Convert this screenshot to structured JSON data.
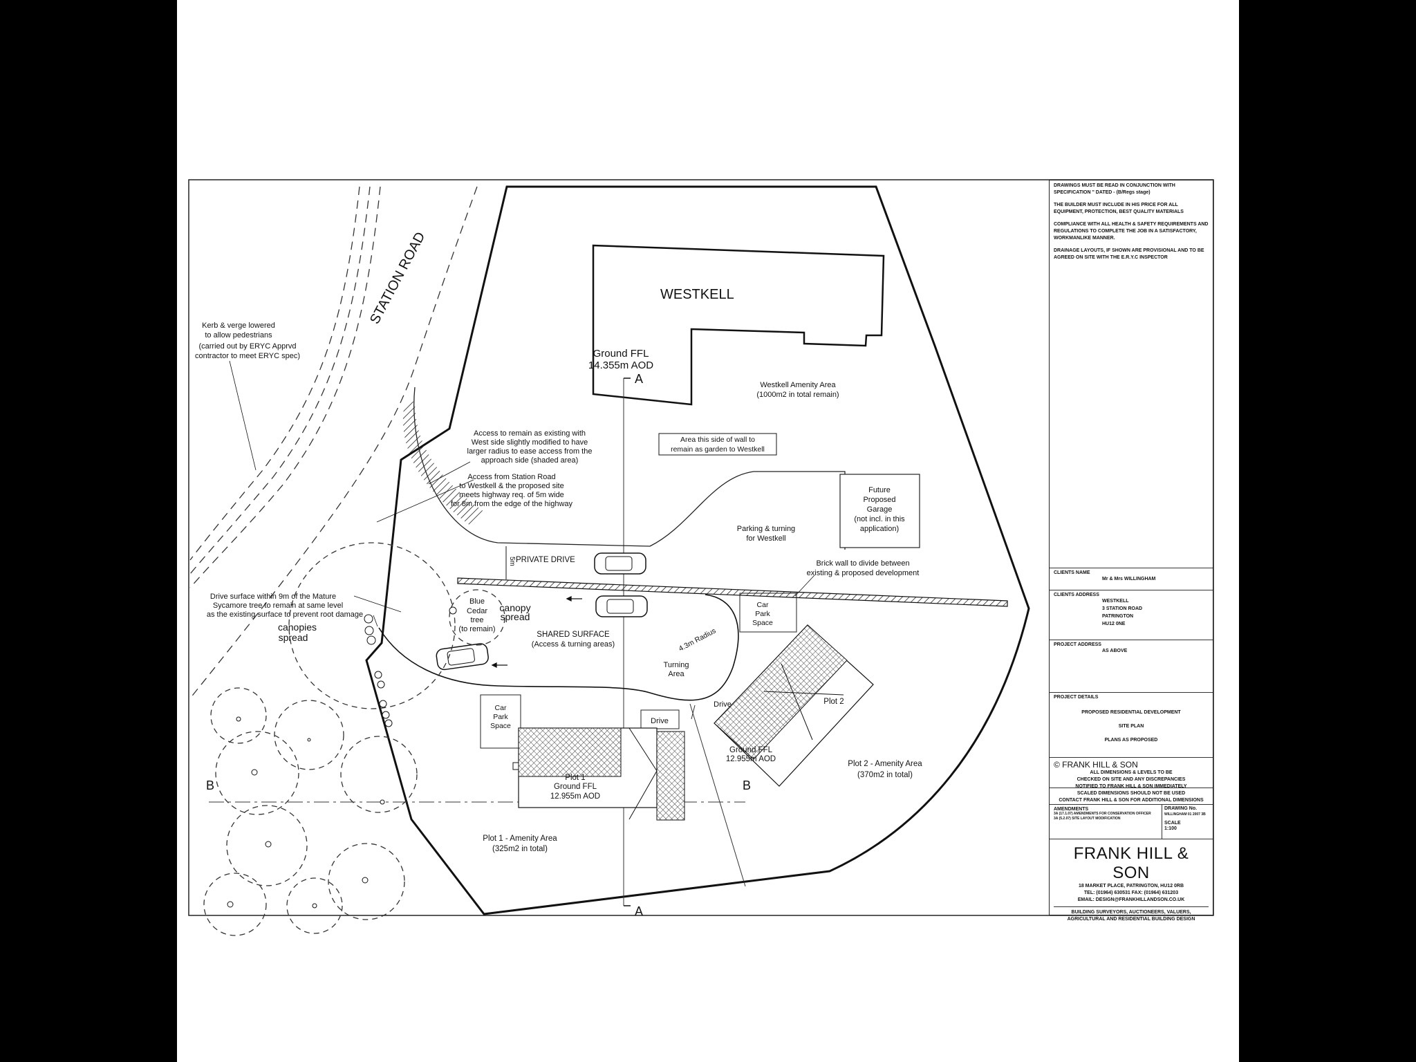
{
  "plan": {
    "road_name": "STATION ROAD",
    "house_name": "WESTKELL",
    "ffl_existing": [
      "Ground FFL",
      "14.355m AOD"
    ],
    "section_a": "A",
    "section_b": "B",
    "westkell_amenity": [
      "Westkell Amenity Area",
      "(1000m2 in total remain)"
    ],
    "garden_note": [
      "Area this side of wall to",
      "remain as garden to Westkell"
    ],
    "kerb_note": [
      "Kerb & verge lowered",
      "to allow pedestrians",
      "(carried out by ERYC Apprvd",
      "contractor to meet ERYC spec)"
    ],
    "access_note": [
      "Access to remain as existing with",
      "West side slightly modified to have",
      "larger radius to ease access from the",
      "approach side (shaded area)"
    ],
    "access_station_note": [
      "Access from Station Road",
      "to Westkell & the proposed site",
      "meets highway req. of 5m wide",
      "for 8m from the edge of the highway"
    ],
    "garage_note": [
      "Future",
      "Proposed",
      "Garage",
      "(not incl. in this",
      "application)"
    ],
    "parking_note": [
      "Parking & turning",
      "for Westkell"
    ],
    "private_drive": "PRIVATE DRIVE",
    "drive_width": "5m",
    "brick_wall_note": [
      "Brick wall to divide between",
      "existing & proposed development"
    ],
    "drive_surface_note": [
      "Drive surface within 9m of the Mature",
      "Sycamore tree to remain at same level",
      "as the existing surface to prevent root damage"
    ],
    "canopies_spread": [
      "canopies",
      "spread"
    ],
    "canopy_spread": [
      "canopy",
      "spread"
    ],
    "cedar": [
      "Blue",
      "Cedar",
      "tree",
      "(to remain)"
    ],
    "shared_surface": [
      "SHARED SURFACE",
      "(Access & turning areas)"
    ],
    "radius": "4.3m Radius",
    "turning": [
      "Turning",
      "Area"
    ],
    "car_park": [
      "Car",
      "Park",
      "Space"
    ],
    "drive": "Drive",
    "plot1": [
      "Plot 1",
      "Ground FFL",
      "12.955m AOD"
    ],
    "plot1_amenity": [
      "Plot 1 - Amenity Area",
      "(325m2 in total)"
    ],
    "plot2": "Plot 2",
    "plot2_ffl": [
      "Ground FFL",
      "12.955m AOD"
    ],
    "plot2_amenity": [
      "Plot 2 - Amenity Area",
      "(370m2 in total)"
    ]
  },
  "title_block": {
    "notes": [
      "DRAWINGS MUST BE READ IN CONJUNCTION WITH SPECIFICATION '' DATED - (B/Regs stage)",
      "THE BUILDER MUST INCLUDE IN HIS PRICE FOR ALL EQUIPMENT, PROTECTION, BEST QUALITY MATERIALS",
      "COMPLIANCE WITH ALL HEALTH & SAFETY REQUIREMENTS AND REGULATIONS TO COMPLETE THE JOB IN A SATISFACTORY, WORKMANLIKE MANNER.",
      "DRAINAGE LAYOUTS, IF SHOWN ARE PROVISIONAL AND TO BE AGREED ON SITE WITH THE E.R.Y.C INSPECTOR"
    ],
    "clients_name_label": "CLIENTS NAME",
    "clients_name": "Mr & Mrs WILLINGHAM",
    "clients_address_label": "CLIENTS ADDRESS",
    "clients_address": [
      "WESTKELL",
      "3 STATION ROAD",
      "PATRINGTON",
      "HU12 0NE"
    ],
    "project_address_label": "PROJECT ADDRESS",
    "project_address": "AS ABOVE",
    "project_details_label": "PROJECT DETAILS",
    "project_details": [
      "PROPOSED RESIDENTIAL DEVELOPMENT",
      "SITE PLAN",
      "PLANS AS PROPOSED"
    ],
    "copyright": "© FRANK HILL & SON",
    "check_note": [
      "ALL DIMENSIONS & LEVELS TO BE",
      "CHECKED ON SITE AND ANY DISCREPANCIES",
      "NOTIFIED TO FRANK HILL & SON IMMEDIATELY"
    ],
    "scale_note": [
      "SCALED DIMENSIONS SHOULD NOT BE USED",
      "CONTACT FRANK HILL & SON FOR ADDITIONAL DIMENSIONS"
    ],
    "amendments_label": "AMENDMENTS",
    "amendments": [
      "3A (17.1.07) Amendments for Conservation Officer",
      "3A (5.2.07) Site layout modification"
    ],
    "drawing_no_label": "DRAWING No.",
    "drawing_no": "WILLINGHAM 01 2007 3B",
    "scale_label": "SCALE",
    "scale": "1:100",
    "firm": "FRANK HILL & SON",
    "firm_address": "18 MARKET PLACE, PATRINGTON, HU12 0RB",
    "firm_tel": "TEL: (01964) 630531     FAX: (01964) 631203",
    "firm_email": "EMAIL: design@frankhillandson.co.uk",
    "firm_services": [
      "BUILDING SURVEYORS, AUCTIONEERS, VALUERS,",
      "AGRICULTURAL AND RESIDENTIAL BUILDING DESIGN"
    ]
  }
}
